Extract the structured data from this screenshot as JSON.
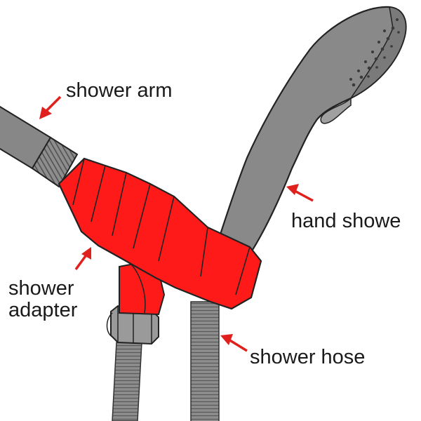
{
  "colors": {
    "adapter": "#ff1a1a",
    "steel": "#8a8a8a",
    "outline": "#222222",
    "arrow": "#e0201c",
    "label": "#1a1a1a"
  },
  "labels": {
    "shower_arm": "shower arm",
    "hand_shower": "hand showe",
    "adapter_line1": "shower",
    "adapter_line2": "adapter",
    "shower_hose": "shower hose"
  },
  "icons": {
    "arrow": "red-pointer-arrow"
  }
}
